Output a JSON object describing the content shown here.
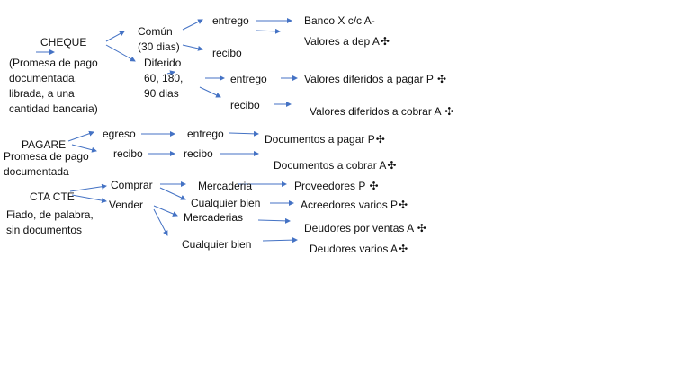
{
  "cheque": {
    "title": "CHEQUE",
    "desc": "(Promesa de pago\ndocumentada,\nlibrada, a una\ncantidad bancaria)",
    "comun": "Común\n(30 dias)",
    "diferido": "Diferido\n60, 180,\n90 dias",
    "comun_entrego": "entrego",
    "comun_recibo": "recibo",
    "dif_entrego": "entrego",
    "dif_recibo": "recibo",
    "banco": "Banco X c/c A-",
    "valores_dep": "Valores a dep A",
    "valores_dif_pagar": "Valores diferidos a pagar P",
    "valores_dif_cobrar": "Valores diferidos a cobrar A"
  },
  "pagare": {
    "title": "PAGARE",
    "desc": "Promesa de pago\ndocumentada",
    "egreso": "egreso",
    "recibo": "recibo",
    "entrego": "entrego",
    "recibo2": "recibo",
    "docs_pagar": "Documentos a pagar P",
    "docs_cobrar": "Documentos a cobrar A"
  },
  "cta": {
    "title": "CTA CTE",
    "desc": "Fiado, de palabra,\nsin documentos",
    "comprar": "Comprar",
    "vender": "Vender",
    "mercaderia": "Mercaderia",
    "cualquier_bien_compra": "Cualquier bien",
    "mercaderias": "Mercaderias",
    "cualquier_bien_venta": "Cualquier bien",
    "proveedores": "Proveedores P",
    "acreedores": "Acreedores varios P",
    "deudores_ventas": "Deudores por ventas A",
    "deudores_varios": "Deudores varios A"
  },
  "symbols": {
    "plus": "✣"
  },
  "colors": {
    "arrow": "#4472c4",
    "text": "#111111"
  }
}
